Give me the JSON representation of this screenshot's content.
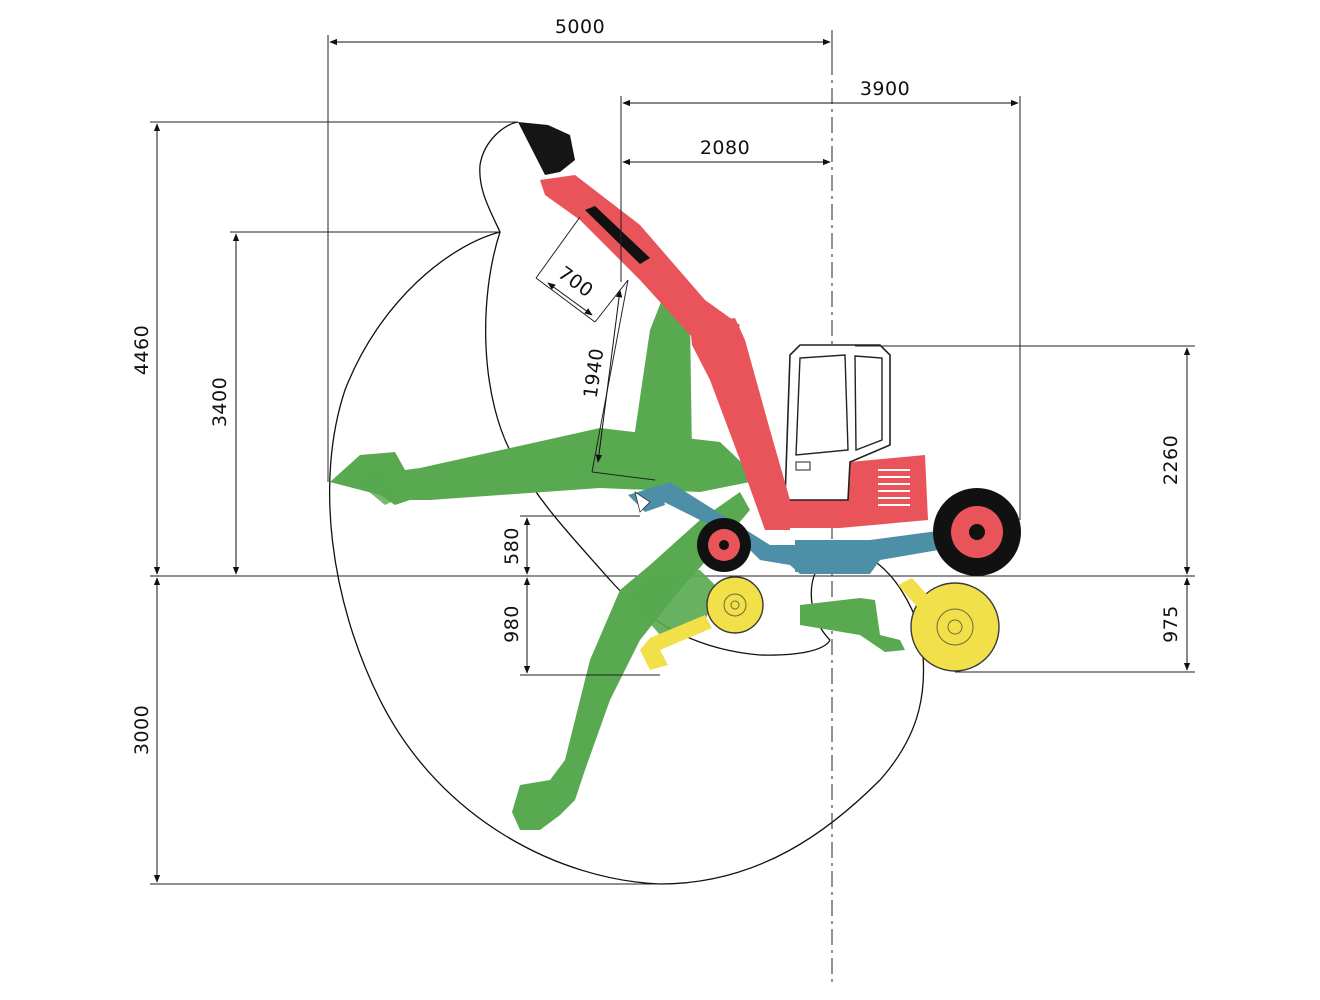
{
  "colors": {
    "green": "#58a94f",
    "red": "#e8545a",
    "blue": "#4e8fa8",
    "yellow": "#f2e04a",
    "bucket": "#151515"
  },
  "dimensions": {
    "width_5000": "5000",
    "width_3900": "3900",
    "width_2080": "2080",
    "height_4460": "4460",
    "height_3400": "3400",
    "height_3000": "3000",
    "height_2260": "2260",
    "depth_580": "580",
    "depth_980": "980",
    "depth_975": "975",
    "length_700": "700",
    "length_1940": "1940"
  }
}
